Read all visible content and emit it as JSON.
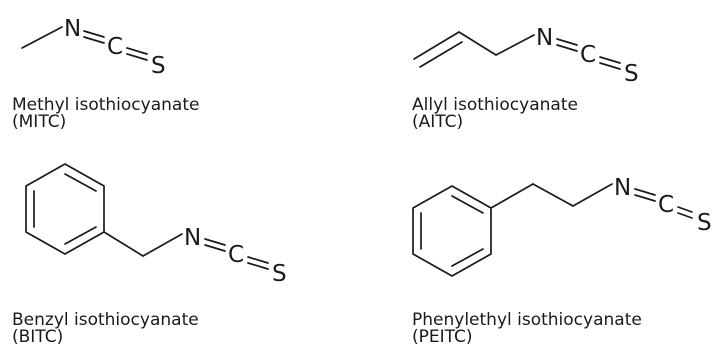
{
  "atoms": {
    "nitrogen": "N",
    "carbon": "C",
    "sulfur": "S"
  },
  "compounds": [
    {
      "name": "Methyl isothiocyanate",
      "abbr": "(MITC)"
    },
    {
      "name": "Allyl isothiocyanate",
      "abbr": "(AITC)"
    },
    {
      "name": "Benzyl isothiocyanate",
      "abbr": "(BITC)"
    },
    {
      "name": "Phenylethyl isothiocyanate",
      "abbr": "(PEITC)"
    }
  ]
}
